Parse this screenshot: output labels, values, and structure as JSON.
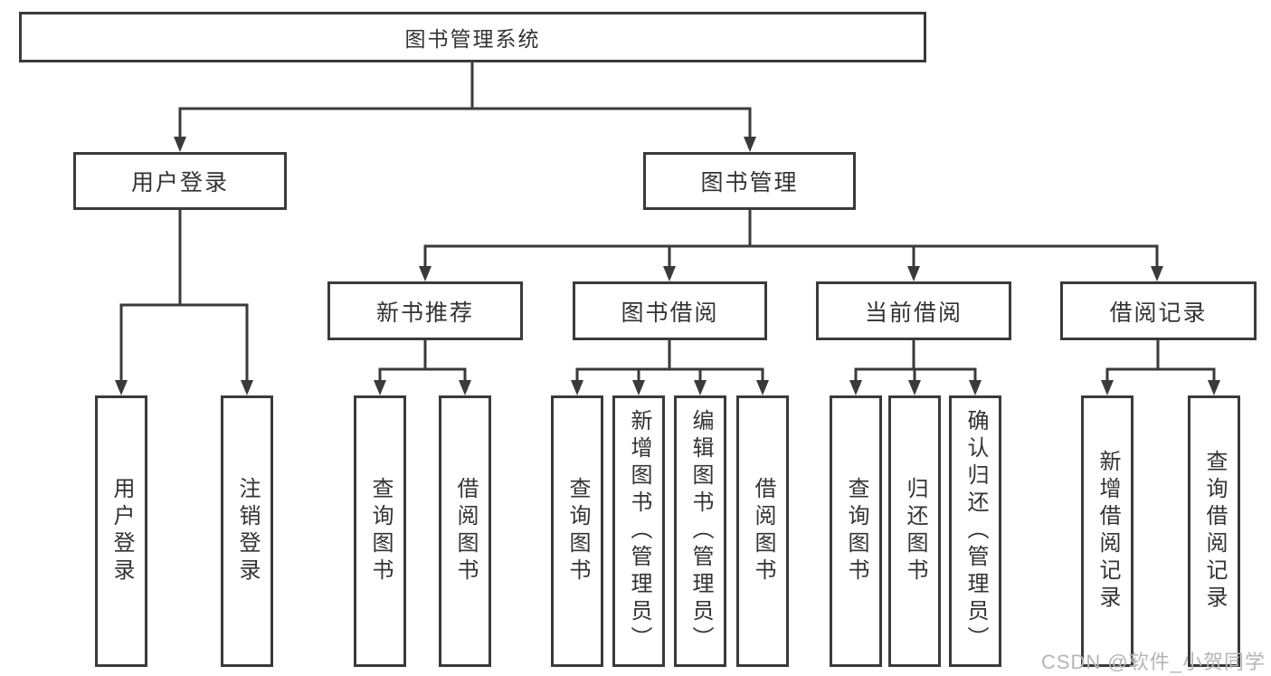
{
  "nodes": {
    "root": {
      "label": "图书管理系统"
    },
    "user_login": {
      "label": "用户登录",
      "children": {
        "login": {
          "label": "用户登录"
        },
        "logout": {
          "label": "注销登录"
        }
      }
    },
    "book_mgmt": {
      "label": "图书管理",
      "children": {
        "new_book": {
          "label": "新书推荐",
          "children": {
            "query": {
              "label": "查询图书"
            },
            "borrow": {
              "label": "借阅图书"
            }
          }
        },
        "borrowing": {
          "label": "图书借阅",
          "children": {
            "query": {
              "label": "查询图书"
            },
            "add": {
              "label": "新增图书（管理员）"
            },
            "edit": {
              "label": "编辑图书（管理员）"
            },
            "borrow": {
              "label": "借阅图书"
            }
          }
        },
        "current": {
          "label": "当前借阅",
          "children": {
            "query": {
              "label": "查询图书"
            },
            "return": {
              "label": "归还图书"
            },
            "confirm": {
              "label": "确认归还（管理员）"
            }
          }
        },
        "records": {
          "label": "借阅记录",
          "children": {
            "add": {
              "label": "新增借阅记录"
            },
            "query": {
              "label": "查询借阅记录"
            }
          }
        }
      }
    }
  },
  "watermark": "CSDN @软件_小贺同学",
  "colors": {
    "line": "#3a3a3a",
    "text": "#333333",
    "watermark": "#b5b5b5",
    "background": "#ffffff"
  }
}
